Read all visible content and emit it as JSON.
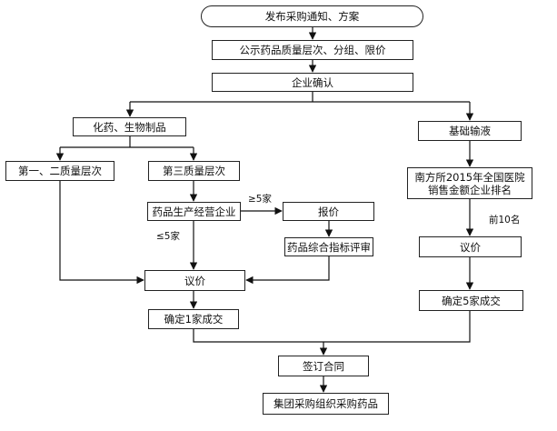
{
  "diagram": {
    "nodes": {
      "publish": "发布采购通知、方案",
      "announce": "公示药品质量层次、分组、限价",
      "confirm": "企业确认",
      "chem_bio": "化药、生物制品",
      "basic_infusion": "基础输液",
      "level12": "第一、二质量层次",
      "level3": "第三质量层次",
      "south_rank_line1": "南方所2015年全国医院",
      "south_rank_line2": "销售金额企业排名",
      "manufacturer": "药品生产经营企业",
      "quote": "报价",
      "eval": "药品综合指标评审",
      "negotiate_left": "议价",
      "negotiate_right": "议价",
      "confirm_one": "确定1家成交",
      "confirm_five": "确定5家成交",
      "contract": "签订合同",
      "purchase": "集团采购组织采购药品"
    },
    "edge_labels": {
      "gte5": "≥5家",
      "lte5": "≤5家",
      "top10": "前10名"
    }
  }
}
